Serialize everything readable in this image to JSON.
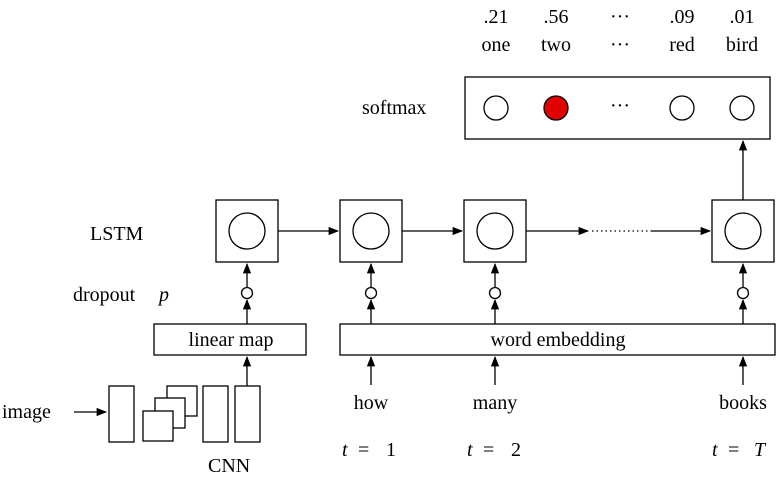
{
  "colors": {
    "ink": "#000000",
    "highlight": "#e00000",
    "background": "#ffffff"
  },
  "labels": {
    "softmax": "softmax",
    "lstm": "LSTM",
    "dropout": "dropout",
    "dropout_var": "p",
    "linear_map": "linear map",
    "word_embedding": "word embedding",
    "image": "image",
    "cnn": "CNN",
    "ellipsis": "···"
  },
  "outputs": [
    {
      "prob": ".21",
      "word": "one",
      "highlighted": false
    },
    {
      "prob": ".56",
      "word": "two",
      "highlighted": true
    },
    {
      "prob": "···",
      "word": "···",
      "highlighted": false,
      "ellipsis": true
    },
    {
      "prob": ".09",
      "word": "red",
      "highlighted": false
    },
    {
      "prob": ".01",
      "word": "bird",
      "highlighted": false
    }
  ],
  "inputs": [
    {
      "word": "how",
      "time_var": "t",
      "time_val": "1"
    },
    {
      "word": "many",
      "time_var": "t",
      "time_val": "2"
    },
    {
      "word": "books",
      "time_var": "t",
      "time_val": "T"
    }
  ]
}
